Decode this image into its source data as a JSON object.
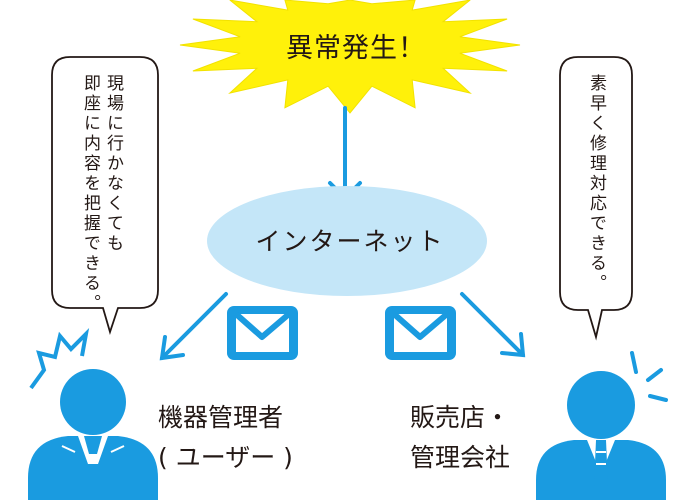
{
  "burst": {
    "text": "異常発生！"
  },
  "network": {
    "label": "インターネット"
  },
  "user": {
    "name_line1": "機器管理者",
    "name_line2": "( ユーザー )",
    "speech_line1": "現場に行かなくても",
    "speech_line2": "即座に内容を把握できる。"
  },
  "company": {
    "name_line1": "販売店・",
    "name_line2": "管理会社",
    "speech_line1": "素早く修理対応できる。"
  },
  "colors": {
    "burst_fill": "#fff10a",
    "accent_blue": "#1a9be0",
    "cloud_fill": "#c4e6f8",
    "text": "#231815"
  },
  "icons": [
    "starburst",
    "envelope-icon",
    "envelope-icon",
    "person-stressed",
    "person-alert"
  ]
}
